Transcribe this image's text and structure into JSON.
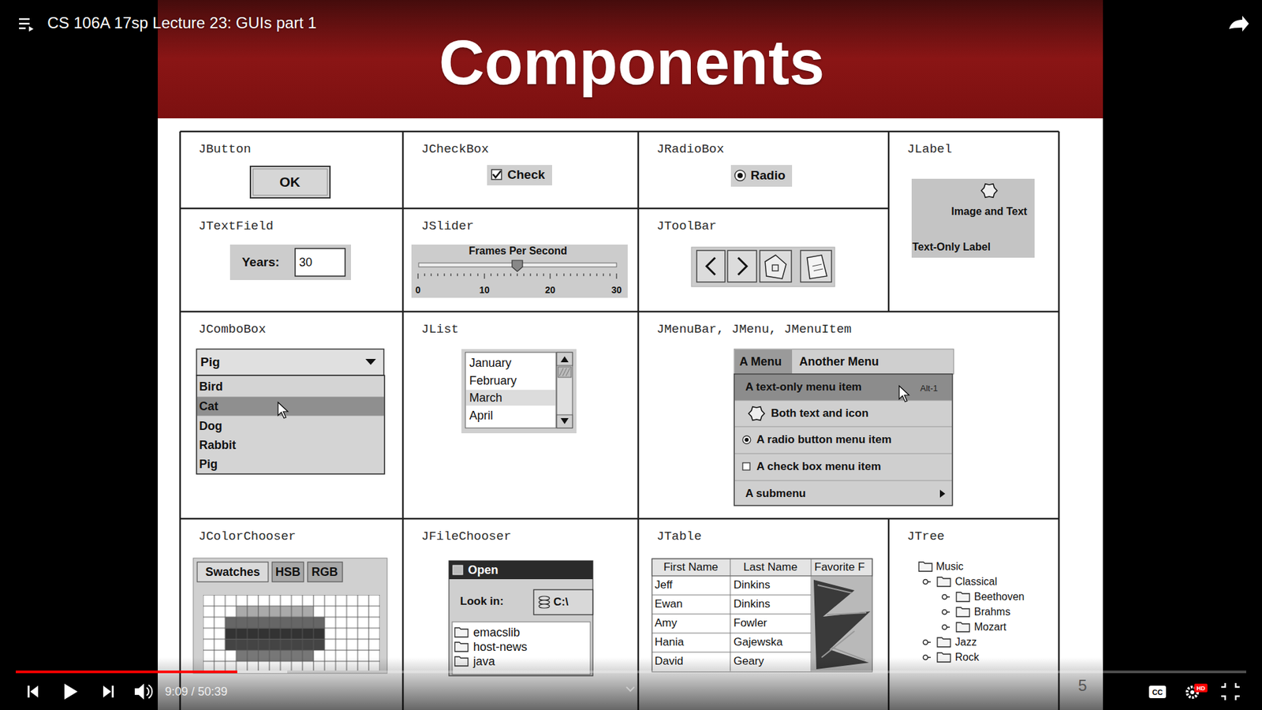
{
  "diagram": {
    "title": "Components",
    "nodes": [
      {
        "text": [
          "JButton"
        ]
      },
      {
        "text": [
          "OK"
        ],
        "in": 0
      },
      {
        "text": [
          "JCheckBox"
        ]
      },
      {
        "text": [
          "Check"
        ],
        "in": 2
      },
      {
        "text": [
          "JRadioBox"
        ]
      },
      {
        "text": [
          "Radio"
        ],
        "in": 4
      },
      {
        "text": [
          "JLabel"
        ]
      },
      {
        "text": [
          "Image and Text",
          "Text-Only Label"
        ],
        "in": 6
      },
      {
        "text": [
          "JTextField"
        ]
      },
      {
        "text": [
          "Years:"
        ],
        "in": 8
      },
      {
        "text": [
          "30"
        ],
        "in": 9
      },
      {
        "text": [
          "JSlider"
        ]
      },
      {
        "text": [
          "Frames Per Second",
          "0",
          "10",
          "20",
          "30"
        ],
        "in": 11
      },
      {
        "text": [
          "JToolBar"
        ]
      },
      {
        "text": [
          "JComboBox"
        ]
      },
      {
        "text": [
          "Pig"
        ],
        "in": 14
      },
      {
        "text": [
          "Bird",
          "Cat",
          "Dog",
          "Rabbit",
          "Pig"
        ],
        "in": 14
      },
      {
        "text": [
          "JList"
        ]
      },
      {
        "text": [
          "January",
          "February",
          "March",
          "April"
        ],
        "in": 17
      },
      {
        "text": [
          "JMenuBar, JMenu, JMenuItem"
        ]
      },
      {
        "text": [
          "A Menu",
          "Another Menu"
        ],
        "in": 19
      },
      {
        "text": [
          "A text-only menu item",
          "Alt-1",
          "Both text and icon",
          "A radio button menu item",
          "A check box menu item",
          "A submenu"
        ],
        "in": 19
      },
      {
        "text": [
          "JColorChooser"
        ]
      },
      {
        "text": [
          "Swatches",
          "HSB",
          "RGB"
        ],
        "in": 22
      },
      {
        "text": [
          "JFileChooser"
        ]
      },
      {
        "text": [
          "Open",
          "Look in:",
          "C:\\",
          "emacslib",
          "host-news",
          "java"
        ],
        "in": 24
      },
      {
        "text": [
          "JTable"
        ]
      },
      {
        "text": [
          "First Name",
          "Last Name",
          "Favorite F",
          "Jeff",
          "Dinkins",
          "Ewan",
          "Dinkins",
          "Amy",
          "Fowler",
          "Hania",
          "Gajewska",
          "David",
          "Geary"
        ],
        "in": 26
      },
      {
        "text": [
          "JTree"
        ]
      },
      {
        "text": [
          "Music",
          "Classical",
          "Beethoven",
          "Brahms",
          "Mozart",
          "Jazz",
          "Rock"
        ],
        "in": 28
      }
    ],
    "labels": [
      "CS 106A 17sp Lecture 23: GUIs part 1",
      "9:09 / 50:39",
      "5",
      "CC",
      "HD"
    ]
  }
}
